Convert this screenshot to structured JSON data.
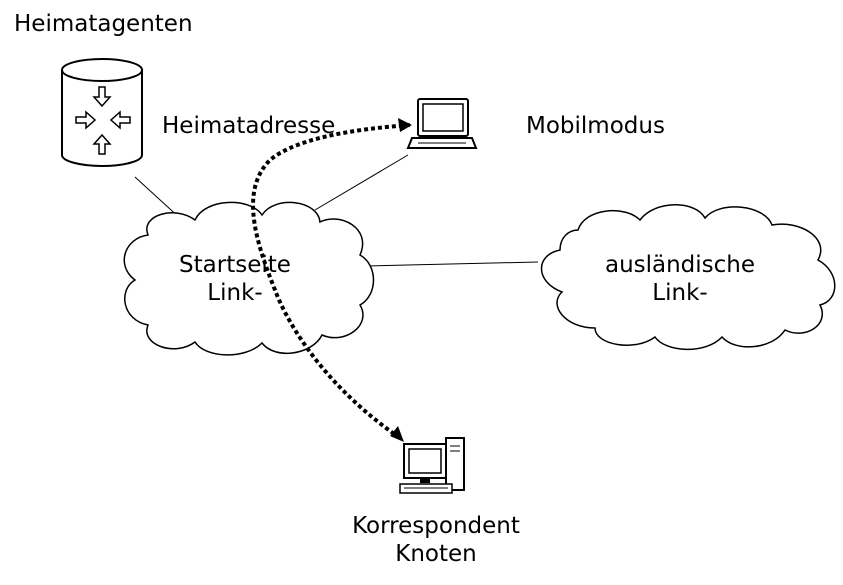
{
  "labels": {
    "home_agent": "Heimatagenten",
    "home_address": "Heimatadresse",
    "mobile_node": "Mobilmodus",
    "home_link_line1": "Startseite",
    "home_link_line2": "Link-",
    "foreign_link_line1": "ausländische",
    "foreign_link_line2": "Link-",
    "correspondent_line1": "Korrespondent",
    "correspondent_line2": "Knoten"
  },
  "colors": {
    "stroke": "#000000",
    "fill": "#ffffff"
  },
  "icons": {
    "home_agent": "router-cylinder-icon",
    "mobile_node": "laptop-icon",
    "correspondent": "desktop-computer-icon"
  }
}
